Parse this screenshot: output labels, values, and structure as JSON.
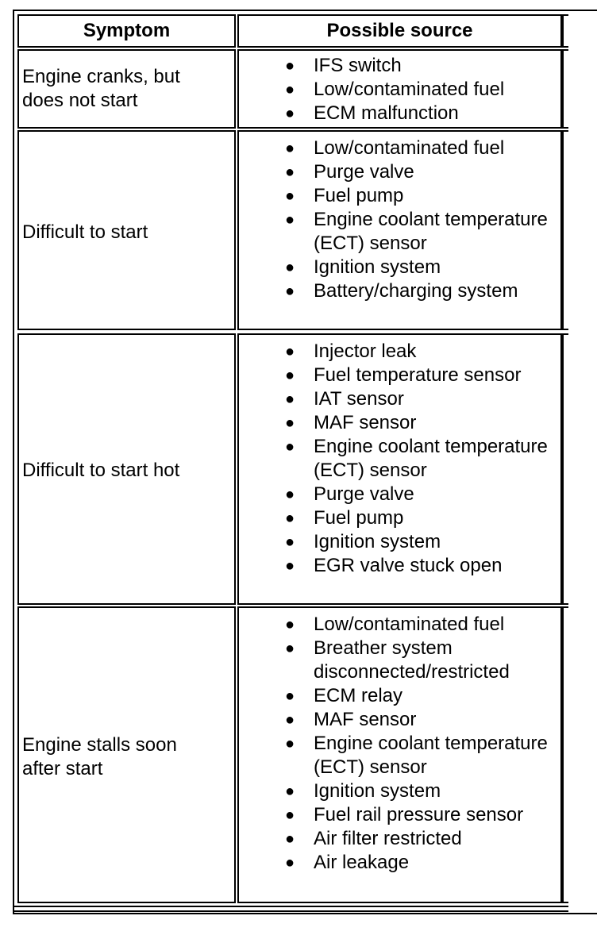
{
  "table": {
    "header": {
      "symptom": "Symptom",
      "source": "Possible source"
    },
    "rows": [
      {
        "symptom": [
          "Engine cranks, but",
          "does not start"
        ],
        "sources": [
          "IFS switch",
          "Low/contaminated fuel",
          "ECM malfunction"
        ]
      },
      {
        "symptom": [
          "Difficult to start"
        ],
        "sources": [
          "Low/contaminated fuel",
          "Purge valve",
          "Fuel pump",
          "Engine coolant temperature (ECT) sensor",
          "Ignition system",
          "Battery/charging system"
        ]
      },
      {
        "symptom": [
          "Difficult to start hot"
        ],
        "sources": [
          "Injector leak",
          "Fuel temperature sensor",
          "IAT sensor",
          "MAF sensor",
          "Engine coolant temperature (ECT) sensor",
          "Purge valve",
          "Fuel pump",
          "Ignition system",
          "EGR valve stuck open"
        ]
      },
      {
        "symptom": [
          "Engine stalls soon",
          "after start"
        ],
        "sources": [
          "Low/contaminated fuel",
          "Breather system disconnected/restricted",
          "ECM relay",
          "MAF sensor",
          "Engine coolant temperature (ECT) sensor",
          "Ignition system",
          "Fuel rail pressure sensor",
          "Air filter restricted",
          "Air leakage"
        ]
      }
    ]
  }
}
